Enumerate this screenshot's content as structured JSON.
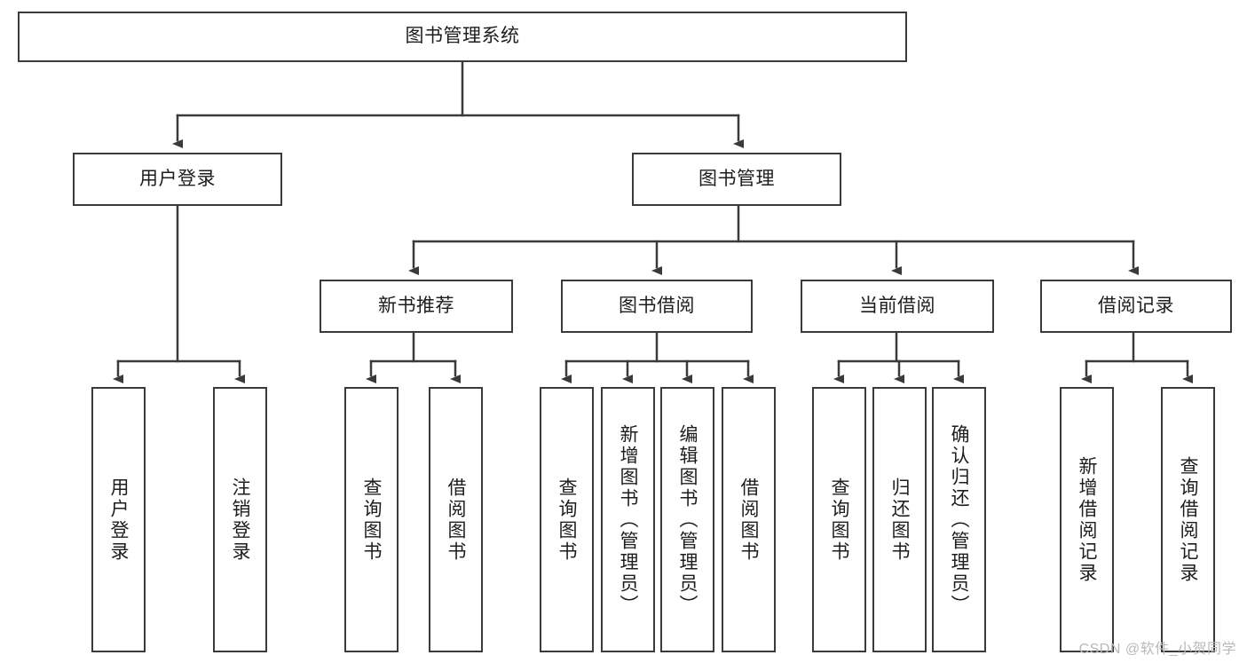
{
  "diagram": {
    "title_node": {
      "label": "图书管理系统"
    },
    "level2": [
      {
        "id": "user-login",
        "label": "用户登录"
      },
      {
        "id": "book-manage",
        "label": "图书管理"
      }
    ],
    "level3": [
      {
        "id": "new-book-recommend",
        "label": "新书推荐"
      },
      {
        "id": "book-borrow",
        "label": "图书借阅"
      },
      {
        "id": "current-borrow",
        "label": "当前借阅"
      },
      {
        "id": "borrow-record",
        "label": "借阅记录"
      }
    ],
    "leaves": [
      {
        "id": "leaf-user-login",
        "label": "用户登录"
      },
      {
        "id": "leaf-logout-login",
        "label": "注销登录"
      },
      {
        "id": "leaf-query-book-1",
        "label": "查询图书"
      },
      {
        "id": "leaf-borrow-book-1",
        "label": "借阅图书"
      },
      {
        "id": "leaf-query-book-2",
        "label": "查询图书"
      },
      {
        "id": "leaf-add-book",
        "label": "新增图书（管理员）"
      },
      {
        "id": "leaf-edit-book",
        "label": "编辑图书（管理员）"
      },
      {
        "id": "leaf-borrow-book-2",
        "label": "借阅图书"
      },
      {
        "id": "leaf-query-book-3",
        "label": "查询图书"
      },
      {
        "id": "leaf-return-book",
        "label": "归还图书"
      },
      {
        "id": "leaf-confirm-return",
        "label": "确认归还（管理员）"
      },
      {
        "id": "leaf-add-borrow-record",
        "label": "新增借阅记录"
      },
      {
        "id": "leaf-query-borrow-record",
        "label": "查询借阅记录"
      }
    ]
  },
  "watermark": {
    "text": "CSDN @软件_小贺同学"
  },
  "colors": {
    "stroke": "#3a3a3a",
    "background": "#ffffff",
    "text": "#1d1d1d",
    "watermark": "#b9b9b9"
  }
}
